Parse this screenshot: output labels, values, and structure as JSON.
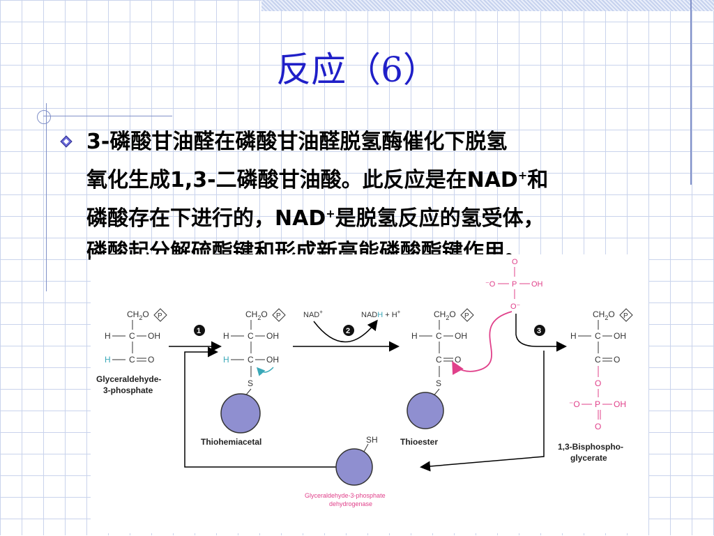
{
  "title": "反应（6）",
  "body": {
    "line1": "3-磷酸甘油醛在磷酸甘油醛脱氢酶催化下脱氢",
    "line2": "氧化生成1,3-二磷酸甘油酸。此反应是在NAD",
    "line2_sup": "+",
    "line2_end": "和",
    "line3a": "磷酸存在下进行的，NAD",
    "line3_sup": "+",
    "line3b": "是脱氢反应的氢受体，",
    "line4": "磷酸起分解硫酯键和形成新高能磷酸酯键作用。"
  },
  "figure": {
    "steps": [
      "1",
      "2",
      "3"
    ],
    "ch2o": "CH",
    "sub2": "2",
    "o": "O",
    "p": "P",
    "h": "H",
    "c": "C",
    "oh": "OH",
    "dash_c_dash_oh": "—C—OH",
    "s": "S",
    "sh": "SH",
    "nad_plus": "NAD",
    "plus_sup": "+",
    "nadh": "NAD",
    "nadh_h": "H",
    "plus_h": " + H",
    "phosphate_top_o": "O",
    "phosphate_minus_o": "⁻O",
    "phosphate_oh": "OH",
    "phosphate_bottom": "O⁻",
    "label_g3p_1": "Glyceraldehyde-",
    "label_g3p_2": "3-phosphate",
    "label_thiohemiacetal": "Thiohemiacetal",
    "label_thioester": "Thioester",
    "label_bpg_1": "1,3-Bisphospho-",
    "label_bpg_2": "glycerate",
    "enzyme_1": "Glyceraldehyde-3-phosphate",
    "enzyme_2": "dehydrogenase",
    "colors": {
      "accent_blue": "#1f1fc8",
      "enzyme": "#8f8fd0",
      "phosphate_pink": "#e0408a",
      "teal": "#3aa8b8"
    }
  }
}
